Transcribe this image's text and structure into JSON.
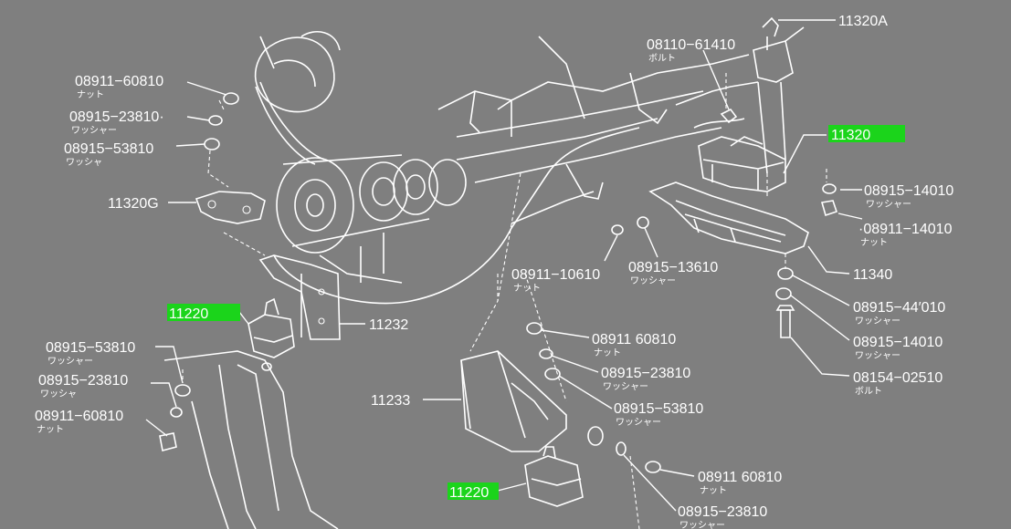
{
  "labels": [
    {
      "id": "p-11320A",
      "part_no": "11320A"
    },
    {
      "id": "p-08110-61410",
      "part_no": "08110−61410",
      "sub": "ボルト"
    },
    {
      "id": "p-08911-60810-a",
      "part_no": "08911−60810",
      "sub": "ナット"
    },
    {
      "id": "p-08915-23810-a",
      "part_no": "08915−23810·",
      "sub": "ワッシャー"
    },
    {
      "id": "p-08915-53810-a",
      "part_no": "08915−53810",
      "sub": "ワッシャ"
    },
    {
      "id": "p-11320G",
      "part_no": "11320G"
    },
    {
      "id": "p-08915-14010-a",
      "part_no": "08915−14010",
      "sub": "ワッシャー"
    },
    {
      "id": "p-08911-14010",
      "part_no": "·08911−14010",
      "sub": "ナット"
    },
    {
      "id": "p-08911-10610",
      "part_no": "08911−10610",
      "sub": "ナット"
    },
    {
      "id": "p-08915-13610",
      "part_no": "08915−13610",
      "sub": "ワッシャー"
    },
    {
      "id": "p-11340",
      "part_no": "11340"
    },
    {
      "id": "p-08915-44010",
      "part_no": "08915−44′010",
      "sub": "ワッシャー"
    },
    {
      "id": "p-08915-14010-b",
      "part_no": "08915−14010",
      "sub": "ワッシャー"
    },
    {
      "id": "p-08154-02510",
      "part_no": "08154−02510",
      "sub": "ボルト"
    },
    {
      "id": "p-11232",
      "part_no": "11232"
    },
    {
      "id": "p-08915-53810-b",
      "part_no": "08915−53810",
      "sub": "ワッシャー"
    },
    {
      "id": "p-08915-23810-b",
      "part_no": "08915−23810",
      "sub": "ワッシャ"
    },
    {
      "id": "p-08911-60810-b",
      "part_no": "08911−60810",
      "sub": "ナット"
    },
    {
      "id": "p-08911-60810-c",
      "part_no": "08911  60810",
      "sub": "ナット"
    },
    {
      "id": "p-08915-23810-c",
      "part_no": "08915−23810",
      "sub": "ワッシャー"
    },
    {
      "id": "p-08915-53810-c",
      "part_no": "08915−53810",
      "sub": "ワッシャー"
    },
    {
      "id": "p-11233",
      "part_no": "11233"
    },
    {
      "id": "p-08911-60810-d",
      "part_no": "08911  60810",
      "sub": "ナット"
    },
    {
      "id": "p-08915-23810-d",
      "part_no": "08915−23810",
      "sub": "ワッシャー"
    }
  ],
  "highlights": [
    {
      "id": "h-11320",
      "part_no": "11320"
    },
    {
      "id": "h-11220-a",
      "part_no": "11220"
    },
    {
      "id": "h-11220-b",
      "part_no": "11220"
    }
  ],
  "colors": {
    "background": "#7f7f7f",
    "linework": "#ffffff",
    "highlight": "#1bd41b"
  }
}
